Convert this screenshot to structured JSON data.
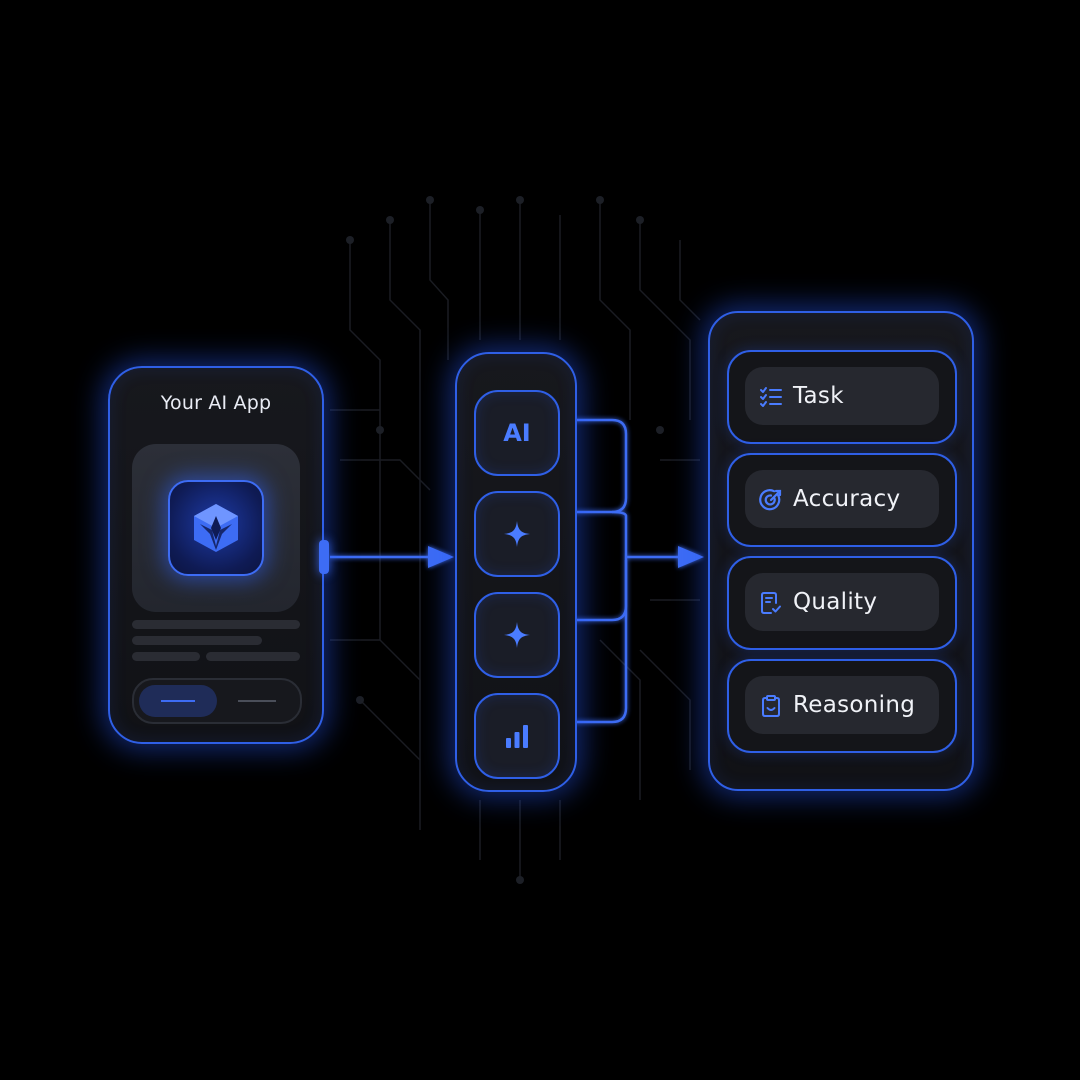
{
  "app": {
    "title": "Your AI App",
    "logo_icon": "cube-spark-icon"
  },
  "model": {
    "tiles": [
      {
        "label": "AI",
        "icon": "ai-text-icon"
      },
      {
        "icon": "sparkle-icon"
      },
      {
        "icon": "sparkle-icon"
      },
      {
        "icon": "bar-chart-icon"
      }
    ]
  },
  "output": {
    "metrics": [
      {
        "label": "Task",
        "icon": "checklist-icon"
      },
      {
        "label": "Accuracy",
        "icon": "target-icon"
      },
      {
        "label": "Quality",
        "icon": "document-check-icon"
      },
      {
        "label": "Reasoning",
        "icon": "clipboard-icon"
      }
    ]
  },
  "colors": {
    "accent": "#3d6cf4",
    "accent_bright": "#4a7cff",
    "background": "#000000",
    "card": "#15161b"
  }
}
